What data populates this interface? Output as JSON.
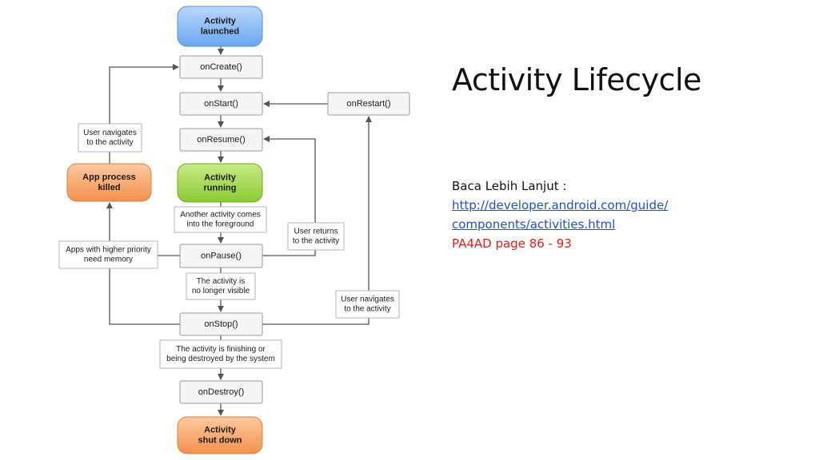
{
  "slide": {
    "title": "Activity Lifecycle",
    "read_more_label": "Baca Lebih Lanjut :",
    "link_line1": "http://developer.android.com/guide/",
    "link_line2": "components/activities.html",
    "reference": "PA4AD page 86 - 93"
  },
  "diagram": {
    "colors": {
      "start": "#7fb6f3",
      "running": "#9dd34a",
      "killed": "#f7a468",
      "shutdown": "#f7a468",
      "method_fill": "#f5f5f5",
      "border": "#9a9a9a",
      "arrow": "#555555",
      "link": "#1f4fd1",
      "reference": "#e21b1b"
    },
    "nodes": {
      "launched": [
        "Activity",
        "launched"
      ],
      "onCreate": [
        "onCreate()"
      ],
      "onStart": [
        "onStart()"
      ],
      "onRestart": [
        "onRestart()"
      ],
      "onResume": [
        "onResume()"
      ],
      "running": [
        "Activity",
        "running"
      ],
      "killed": [
        "App process",
        "killed"
      ],
      "onPause": [
        "onPause()"
      ],
      "onStop": [
        "onStop()"
      ],
      "onDestroy": [
        "onDestroy()"
      ],
      "shutdown": [
        "Activity",
        "shut down"
      ]
    },
    "notes": {
      "user_navigates_left": [
        "User navigates",
        "to the activity"
      ],
      "another_activity": [
        "Another activity comes",
        "into the foreground"
      ],
      "user_returns": [
        "User returns",
        "to the activity"
      ],
      "higher_priority": [
        "Apps with higher priority",
        "need memory"
      ],
      "no_longer_visible": [
        "The activity is",
        "no longer visible"
      ],
      "user_navigates_right": [
        "User navigates",
        "to the activity"
      ],
      "finishing": [
        "The activity is finishing or",
        "being destroyed by the system"
      ]
    }
  }
}
